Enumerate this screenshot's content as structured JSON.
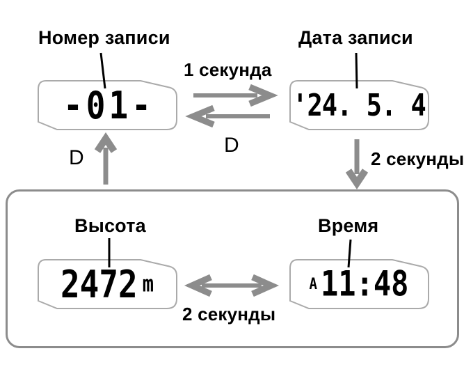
{
  "labels": {
    "record_number": "Номер записи",
    "record_date": "Дата записи",
    "altitude": "Высота",
    "time": "Время",
    "one_second": "1 секунда",
    "two_seconds_vertical": "2 секунды",
    "two_seconds_horizontal": "2 секунды",
    "d_button_center": "D",
    "d_button_left": "D"
  },
  "displays": {
    "record_number": "-01-",
    "record_date": "'24. 5. 4",
    "altitude_value": "2472",
    "altitude_unit": "m",
    "time_indicator": "A",
    "time_value": "11:48"
  },
  "colors": {
    "arrow_gray": "#8c8c8c",
    "display_frame_gray": "#aaaaaa",
    "group_box_gray": "#8c8c8c",
    "text_black": "#000000"
  }
}
